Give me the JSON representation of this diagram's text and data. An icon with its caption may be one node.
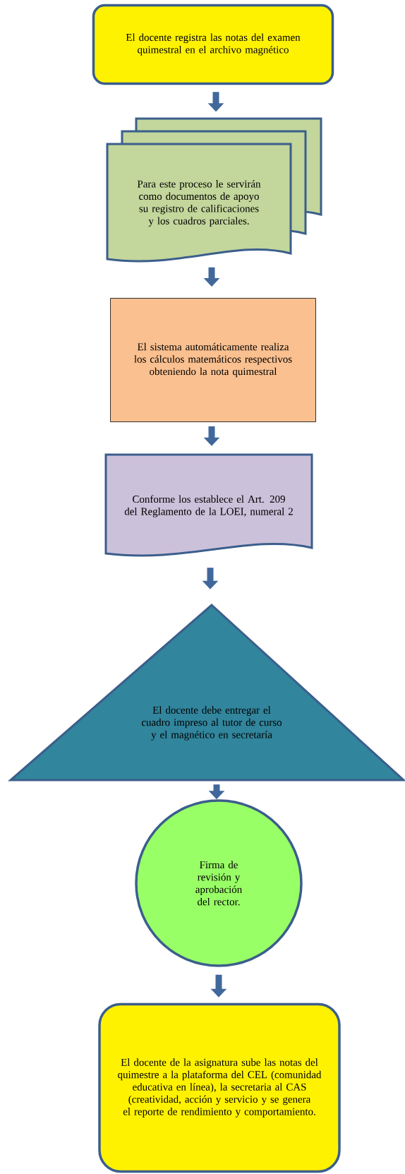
{
  "diagram": {
    "nodes": [
      {
        "text": [
          "El docente  registra las notas del examen quimestral en el archivo magnético"
        ]
      },
      {
        "text": [
          "Para este proceso le servirán como documentos de apoyo su registro de calificaciones y los cuadros parciales."
        ]
      },
      {
        "text": [
          "El sistema automáticamente realiza los cálculos matemáticos respectivos obteniendo la nota quimestral"
        ]
      },
      {
        "text": [
          "Conforme los establece el Art. 209 del Reglamento de la LOEI, numeral 2"
        ]
      },
      {
        "text": [
          "El docente  debe entregar el cuadro impreso al tutor de curso y el magnético en secretaría"
        ]
      },
      {
        "text": [
          "Firma de revisión y aprobación del rector."
        ]
      },
      {
        "text": [
          "El docente de la asignatura sube las notas del quimestre a la plataforma del CEL (comunidad educativa en línea), la secretaria al CAS (creatividad, acción y servicio y  se genera el reporte de rendimiento y comportamiento."
        ]
      }
    ],
    "edges": [
      {
        "from": 0,
        "to": 1,
        "arrow": "to"
      },
      {
        "from": 1,
        "to": 2,
        "arrow": "to"
      },
      {
        "from": 2,
        "to": 3,
        "arrow": "to"
      },
      {
        "from": 3,
        "to": 4,
        "arrow": "to"
      },
      {
        "from": 4,
        "to": 5,
        "arrow": "to"
      },
      {
        "from": 5,
        "to": 6,
        "arrow": "to"
      }
    ]
  }
}
